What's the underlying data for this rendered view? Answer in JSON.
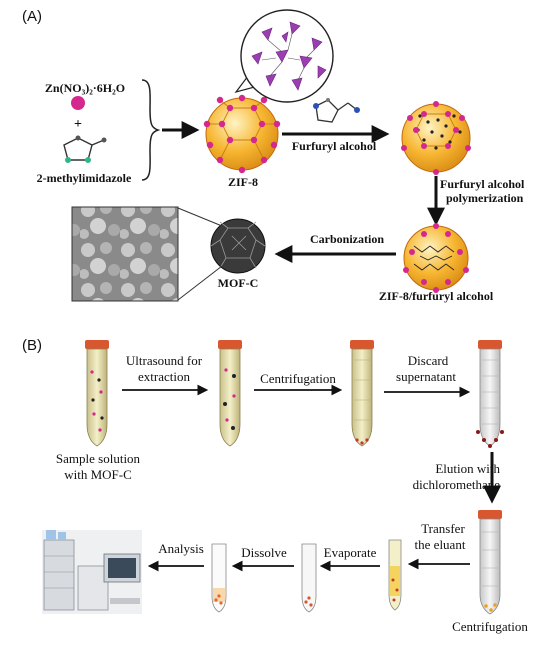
{
  "panel_a": {
    "label": "(A)",
    "zinc_salt": "Zn(NO₃)₂·6H₂O",
    "plus": "+",
    "linker": "2-methylimidazole",
    "zif": "ZIF-8",
    "step1": "Furfuryl alcohol",
    "step2_line1": "Furfuryl alcohol",
    "step2_line2": "polymerization",
    "composite": "ZIF-8/furfuryl alcohol",
    "step3": "Carbonization",
    "product": "MOF-C"
  },
  "panel_b": {
    "label": "(B)",
    "sample_line1": "Sample solution",
    "sample_line2": "with MOF-C",
    "ultra_line1": "Ultrasound for",
    "ultra_line2": "extraction",
    "centrifugation1": "Centrifugation",
    "discard_line1": "Discard",
    "discard_line2": "supernatant",
    "elution_line1": "Elution with",
    "elution_line2": "dichloromethane",
    "transfer_line1": "Transfer",
    "transfer_line2": "the eluant",
    "centrifugation2": "Centrifugation",
    "evaporate": "Evaporate",
    "dissolve": "Dissolve",
    "analysis": "Analysis"
  },
  "colors": {
    "node_magenta": "#d5288f",
    "zif_orange": "#f5a623",
    "tube_cap": "#d9572e",
    "tube_body": "#e8e4b0",
    "arrow": "#111111"
  }
}
